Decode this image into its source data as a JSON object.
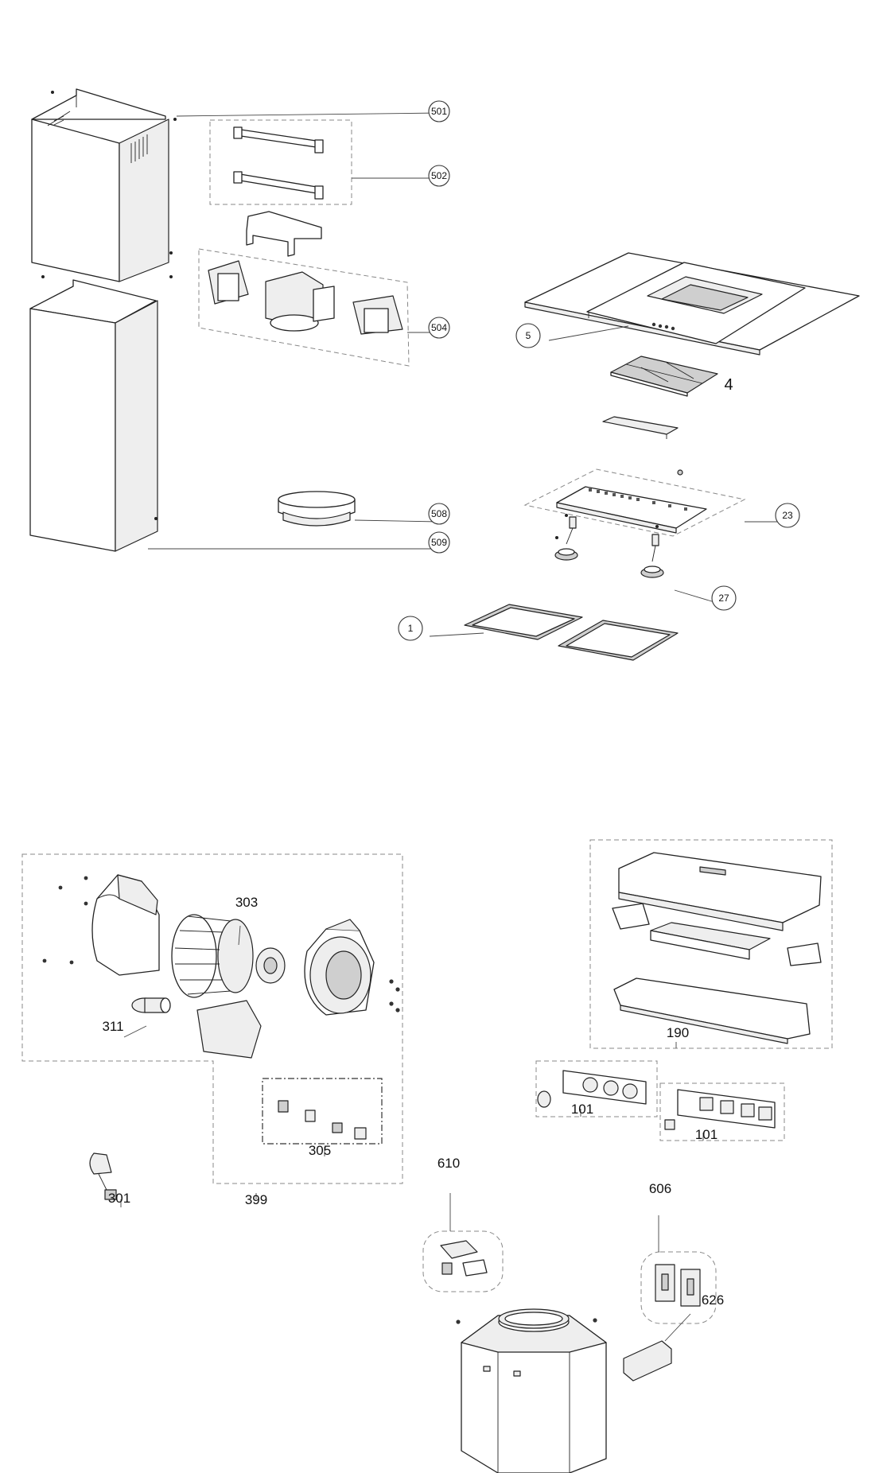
{
  "callouts": {
    "c501": "501",
    "c502": "502",
    "c504": "504",
    "c508": "508",
    "c509": "509",
    "c5": "5",
    "c4": "4",
    "c23": "23",
    "c27": "27",
    "c1": "1",
    "c303": "303",
    "c311": "311",
    "c305": "305",
    "c301": "301",
    "c399": "399",
    "c190": "190",
    "c101a": "101",
    "c101b": "101",
    "c610": "610",
    "c606": "606",
    "c626": "626"
  }
}
